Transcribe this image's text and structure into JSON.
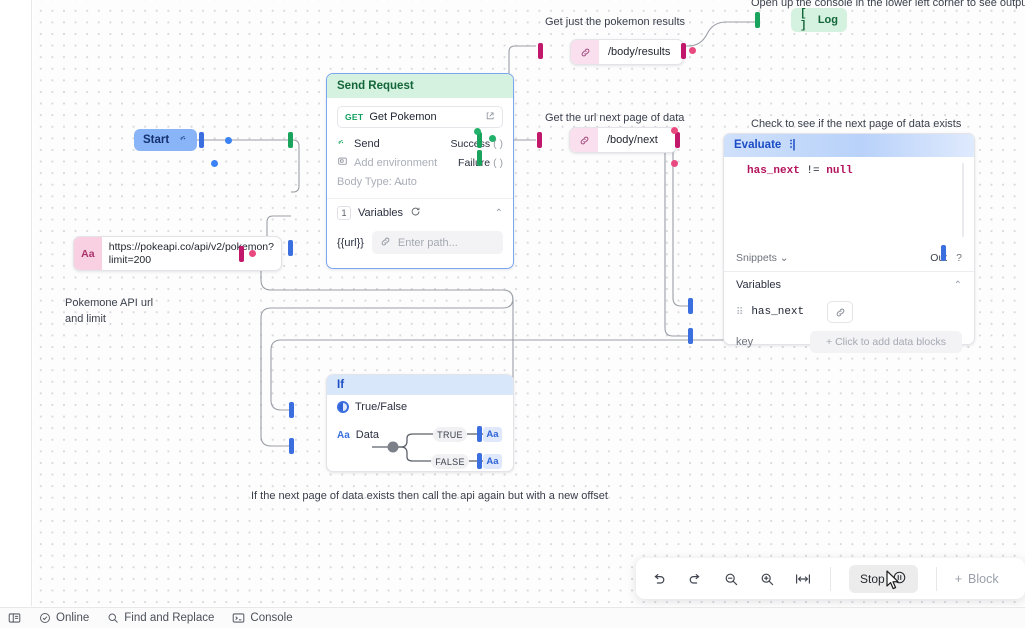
{
  "start_node": {
    "label": "Start",
    "broadcast_icon": "broadcast-icon"
  },
  "url_value_node": {
    "tag": "Aa",
    "value": "https://pokeapi.co/api/v2/pokemon?limit=200"
  },
  "send_request": {
    "title": "Send Request",
    "method": "GET",
    "request_name": "Get Pokemon",
    "external_icon": "external-link-icon",
    "send_label": "Send",
    "send_icon": "broadcast-icon",
    "success_label": "Success",
    "success_ports": "( )",
    "failure_label": "Failure",
    "failure_ports": "( )",
    "add_environment_label": "Add environment",
    "environment_icon": "environment-icon",
    "body_type_label": "Body Type: Auto",
    "body_type_chevron": "chevron-down-icon",
    "variables_count": "1",
    "variables_label": "Variables",
    "refresh_icon": "refresh-icon",
    "collapse_icon": "chevron-up-icon",
    "variable_key": "{{url}}",
    "link_icon": "link-icon",
    "variable_placeholder": "Enter path..."
  },
  "path_results": {
    "tag_icon": "link-icon",
    "value": "/body/results"
  },
  "path_next": {
    "tag_icon": "link-icon",
    "value": "/body/next"
  },
  "log_node": {
    "brackets": "[ ]",
    "label": "Log"
  },
  "evaluate": {
    "title": "Evaluate",
    "title_icon": "pause-bars-icon",
    "code_variable": "has_next",
    "code_operator": "!=",
    "code_literal": "null",
    "snippets_label": "Snippets",
    "snippets_chevron": "chevron-down-icon",
    "out_label": "Out",
    "out_help": "?",
    "variables_label": "Variables",
    "collapse_icon": "chevron-up-icon",
    "grip_icon": "drag-handle-icon",
    "variable_name": "has_next",
    "link_icon": "link-icon",
    "key_label": "key",
    "add_blocks_label": "+ Click to add data blocks"
  },
  "if_node": {
    "title": "If",
    "condition_icon": "true-false-icon",
    "condition_label": "True/False",
    "data_icon": "Aa",
    "data_label": "Data",
    "true_label": "TRUE",
    "false_label": "FALSE",
    "true_chip": "Aa",
    "false_chip": "Aa"
  },
  "annotations": [
    {
      "text": "Open up the console in the lower left corner to see output"
    },
    {
      "text": "Get just the pokemon results"
    },
    {
      "text": "Get the url next page of data"
    },
    {
      "text": "Check to see if the next page of data exists"
    },
    {
      "text": "Pokemone API url"
    },
    {
      "text": "and limit"
    },
    {
      "text": "If the next page of data exists then call the api again but with a new offset"
    }
  ],
  "toolbar": {
    "undo_icon": "undo-icon",
    "redo_icon": "redo-icon",
    "zoom_out_icon": "zoom-out-icon",
    "zoom_in_icon": "zoom-in-icon",
    "fit_icon": "fit-to-width-icon",
    "stop_label": "Stop",
    "stop_icon": "pause-icon",
    "add_block_label": "Block",
    "add_block_plus": "+"
  },
  "statusbar": {
    "panel_icon": "panel-layout-icon",
    "online_icon": "check-circle-icon",
    "online_label": "Online",
    "find_icon": "search-icon",
    "find_label": "Find and Replace",
    "console_icon": "terminal-icon",
    "console_label": "Console"
  },
  "colors": {
    "green_header": "#d4f2df",
    "blue_header": "#cfe0fb",
    "pink_tag": "#f9cfe2",
    "start_blue": "#8ab4f8",
    "port_blue": "#3b6fe0",
    "port_pink": "#c2186b",
    "port_green": "#1aa35c"
  }
}
